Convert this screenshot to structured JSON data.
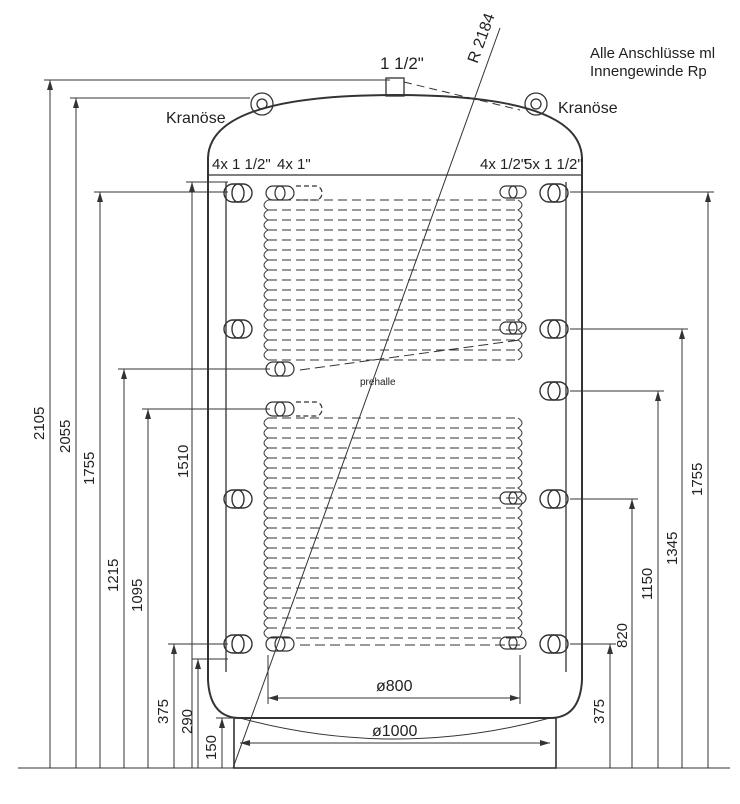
{
  "notes": {
    "line1": "Alle Anschlüsse ml",
    "line2": "Innengewinde Rp"
  },
  "labels": {
    "top_connection": "1 1/2\"",
    "radius": "R 2184",
    "kranoese_left": "Kranöse",
    "kranoese_right": "Kranöse",
    "left_group_1": "4x 1 1/2\"",
    "left_group_2": "4x 1\"",
    "right_group_1": "4x 1/2\"",
    "right_group_2": "5x 1 1/2\"",
    "watermark": "prehalle"
  },
  "dimensions": {
    "left": [
      "2105",
      "2055",
      "1755",
      "1215",
      "1095",
      "375",
      "290",
      "150",
      "1510"
    ],
    "right": [
      "1755",
      "1345",
      "1150",
      "820",
      "375"
    ],
    "diameters": {
      "inner": "ø800",
      "outer": "ø1000"
    }
  }
}
